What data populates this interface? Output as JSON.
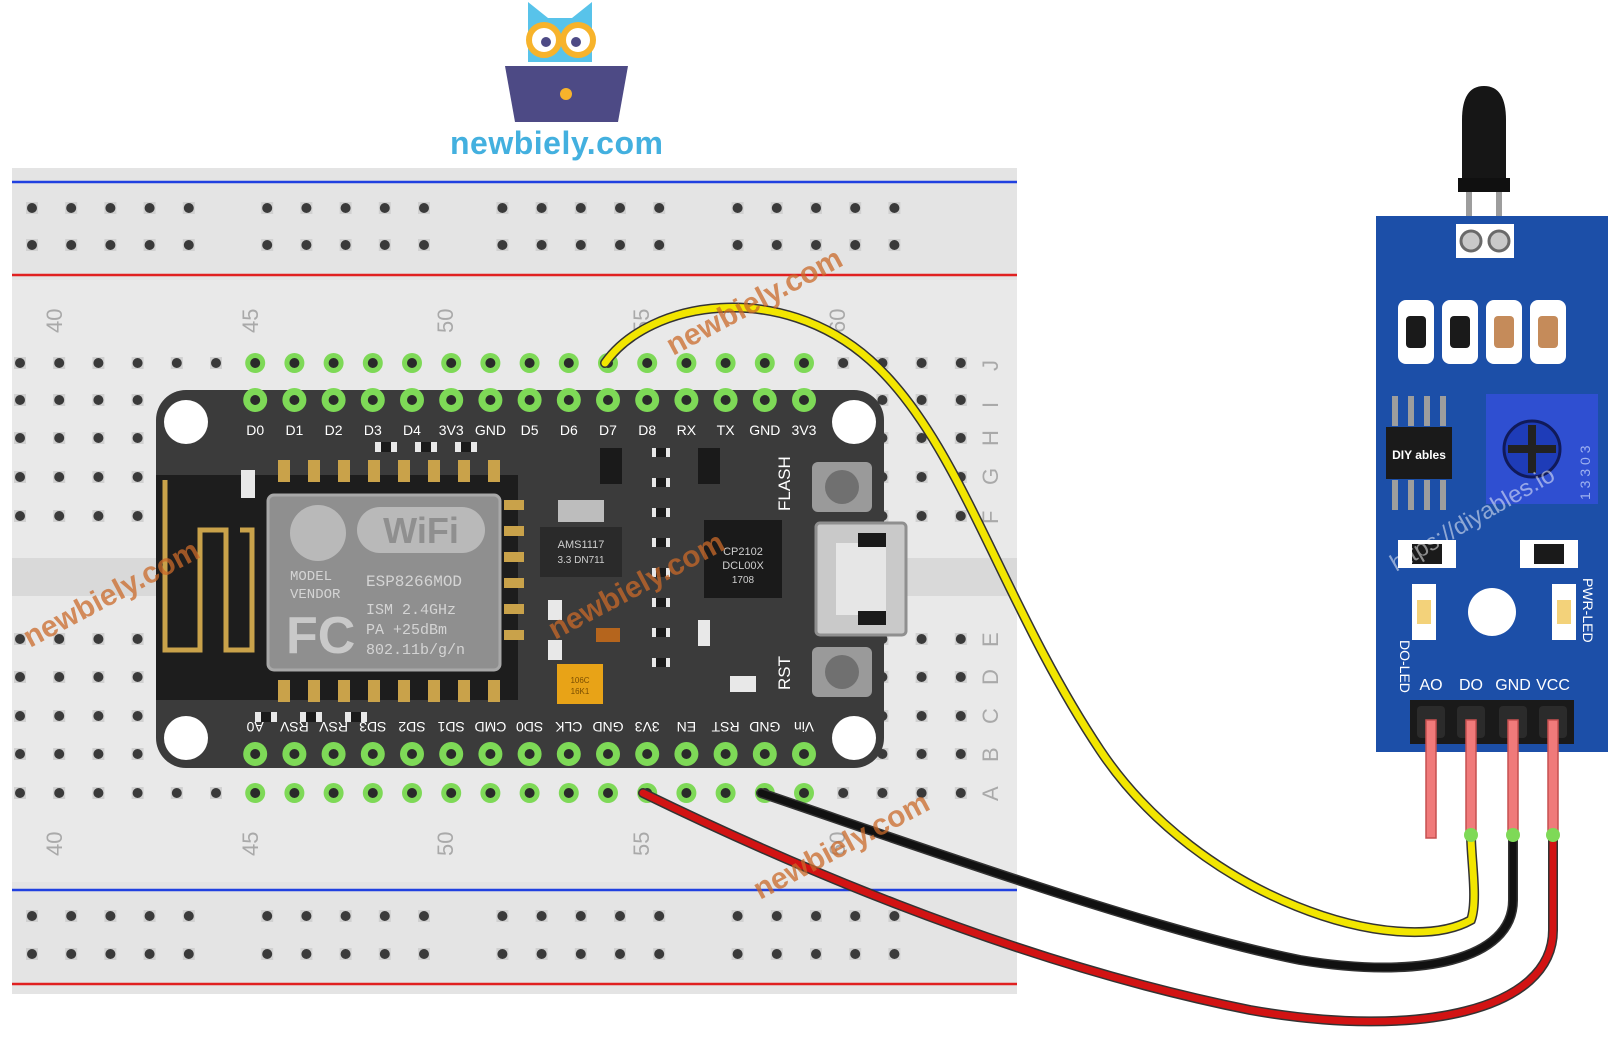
{
  "brand": {
    "site": "newbiely.com",
    "watermark": "newbiely.com",
    "diyables_url": "https://diyables.io",
    "diyables_logo": "DIY ables",
    "colors": {
      "brand_blue": "#43b0df",
      "logo_dark": "#4d4a85",
      "logo_owl": "#58c3ea",
      "logo_eyes": "#f7b32b",
      "watermark": "#c96a2a"
    }
  },
  "breadboard": {
    "column_numbers": [
      "40",
      "45",
      "50",
      "55",
      "60"
    ],
    "row_letters_top": [
      "J",
      "I",
      "H",
      "G",
      "F"
    ],
    "row_letters_bottom": [
      "E",
      "D",
      "C",
      "B",
      "A"
    ],
    "rail_colors": {
      "blue": "#2040e0",
      "red": "#e02020"
    }
  },
  "nodemcu": {
    "top_pins": [
      "D0",
      "D1",
      "D2",
      "D3",
      "D4",
      "3V3",
      "GND",
      "D5",
      "D6",
      "D7",
      "D8",
      "RX",
      "TX",
      "GND",
      "3V3"
    ],
    "bottom_pins": [
      "A0",
      "RSV",
      "RSV",
      "SD3",
      "SD2",
      "SD1",
      "CMD",
      "SD0",
      "CLK",
      "GND",
      "3V3",
      "EN",
      "RST",
      "GND",
      "Vin"
    ],
    "module": {
      "wifi": "WiFi",
      "model_label": "MODEL",
      "vendor_label": "VENDOR",
      "model": "ESP8266MOD",
      "fc": "FC",
      "freq": "ISM 2.4GHz",
      "power": "PA +25dBm",
      "standard": "802.11b/g/n"
    },
    "flash_label": "FLASH",
    "rst_label": "RST",
    "regulator": [
      "AMS1117",
      "3.3  DN711"
    ],
    "usb_chip": [
      "CP2102",
      "DCL00X",
      "1708"
    ],
    "cap_text": [
      "106C",
      "16K1"
    ]
  },
  "sensor": {
    "pins": [
      "AO",
      "DO",
      "GND",
      "VCC"
    ],
    "do_led": "DO-LED",
    "pwr_led": "PWR-LED",
    "pot_text": "1 3 3 0 3",
    "pcb_color": "#1c4fa8"
  },
  "wires": [
    {
      "name": "signal",
      "color": "#f2e600",
      "from": "D7",
      "to": "DO"
    },
    {
      "name": "ground",
      "color": "#111111",
      "from": "GND",
      "to": "GND"
    },
    {
      "name": "power",
      "color": "#d21313",
      "from": "3V3",
      "to": "VCC"
    }
  ]
}
